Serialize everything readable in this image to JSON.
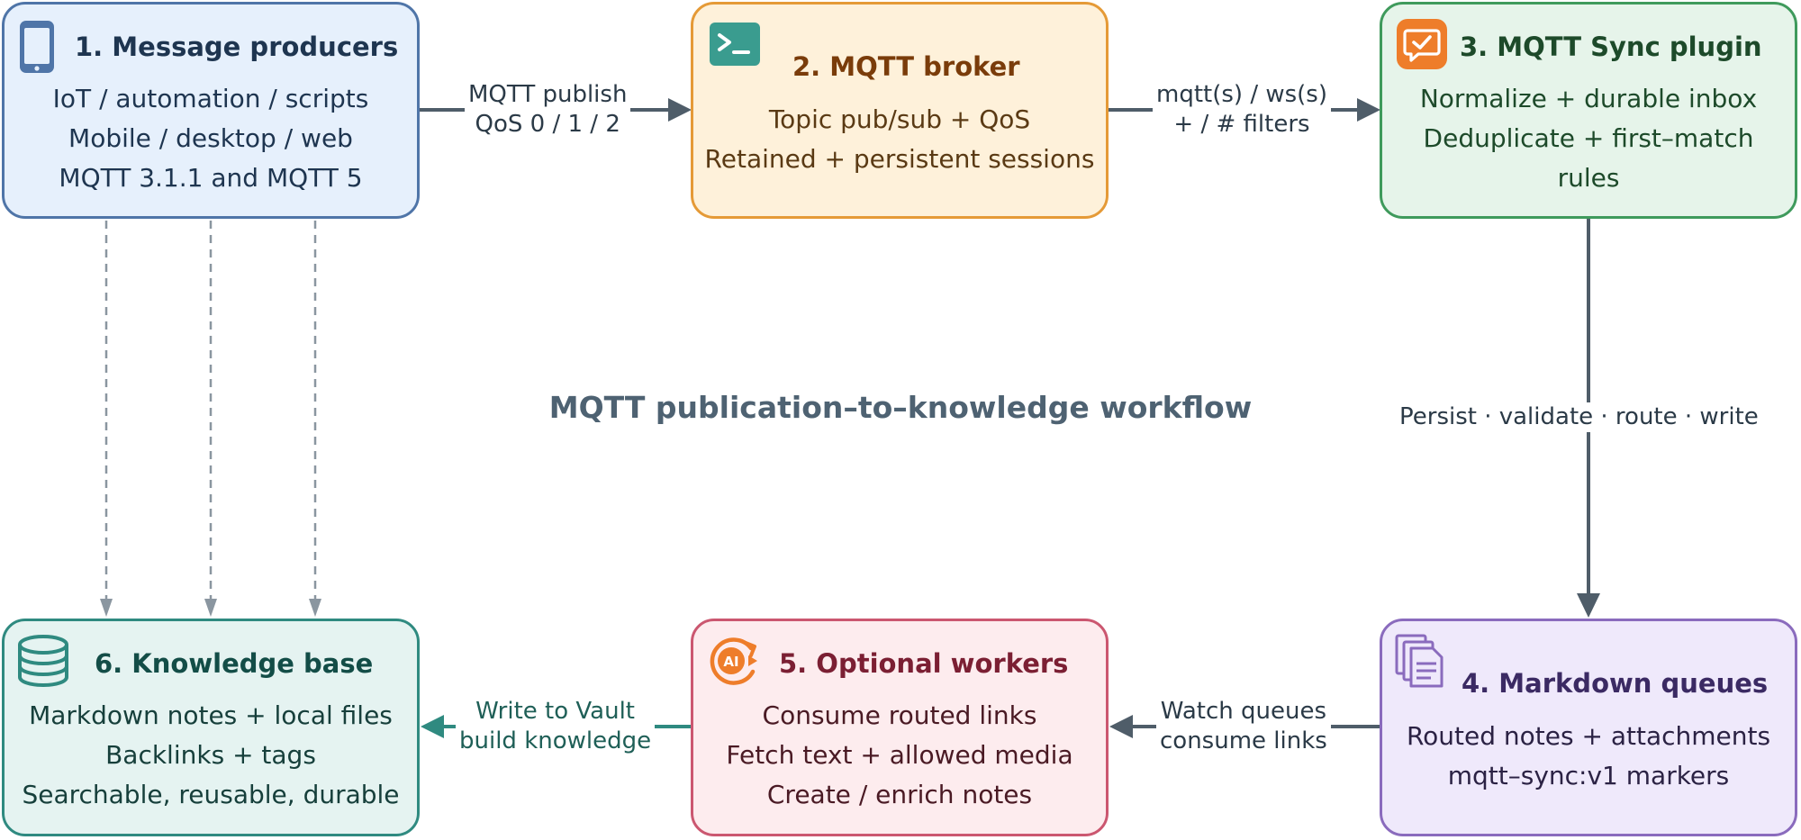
{
  "title": "MQTT publication–to–knowledge workflow",
  "nodes": {
    "producers": {
      "title": "1. Message producers",
      "icon": "mobile-phone-icon",
      "lines": [
        "IoT / automation / scripts",
        "Mobile / desktop / web",
        "MQTT 3.1.1 and MQTT 5"
      ]
    },
    "broker": {
      "title": "2. MQTT broker",
      "icon": "terminal-icon",
      "lines": [
        "Topic pub/sub + QoS",
        "Retained + persistent sessions"
      ]
    },
    "plugin": {
      "title": "3. MQTT Sync plugin",
      "icon": "chat-check-icon",
      "lines": [
        "Normalize + durable inbox",
        "Deduplicate + first–match",
        "rules"
      ]
    },
    "queues": {
      "title": "4. Markdown queues",
      "icon": "documents-icon",
      "lines": [
        "Routed notes + attachments",
        "mqtt–sync:v1 markers"
      ]
    },
    "workers": {
      "title": "5. Optional workers",
      "icon": "ai-worker-icon",
      "lines": [
        "Consume routed links",
        "Fetch text + allowed media",
        "Create / enrich notes"
      ]
    },
    "knowledge": {
      "title": "6. Knowledge base",
      "icon": "database-icon",
      "lines": [
        "Markdown notes + local files",
        "Backlinks + tags",
        "Searchable, reusable, durable"
      ]
    }
  },
  "edges": {
    "producers_to_broker": [
      "MQTT publish",
      "QoS 0 / 1 / 2"
    ],
    "broker_to_plugin": [
      "mqtt(s) / ws(s)",
      "+ / # filters"
    ],
    "plugin_to_queues": [
      "Persist · validate · route · write"
    ],
    "queues_to_workers": [
      "Watch queues",
      "consume links"
    ],
    "workers_to_knowledge": [
      "Write to Vault",
      "build knowledge"
    ]
  },
  "colors": {
    "producers": "#4f75a8",
    "broker": "#e59a37",
    "plugin": "#3f9a5c",
    "queues": "#8a6bbd",
    "workers": "#cb5770",
    "knowledge": "#2f8a80",
    "arrow_dark": "#4f5d69",
    "arrow_dashed": "#8a96a0"
  }
}
